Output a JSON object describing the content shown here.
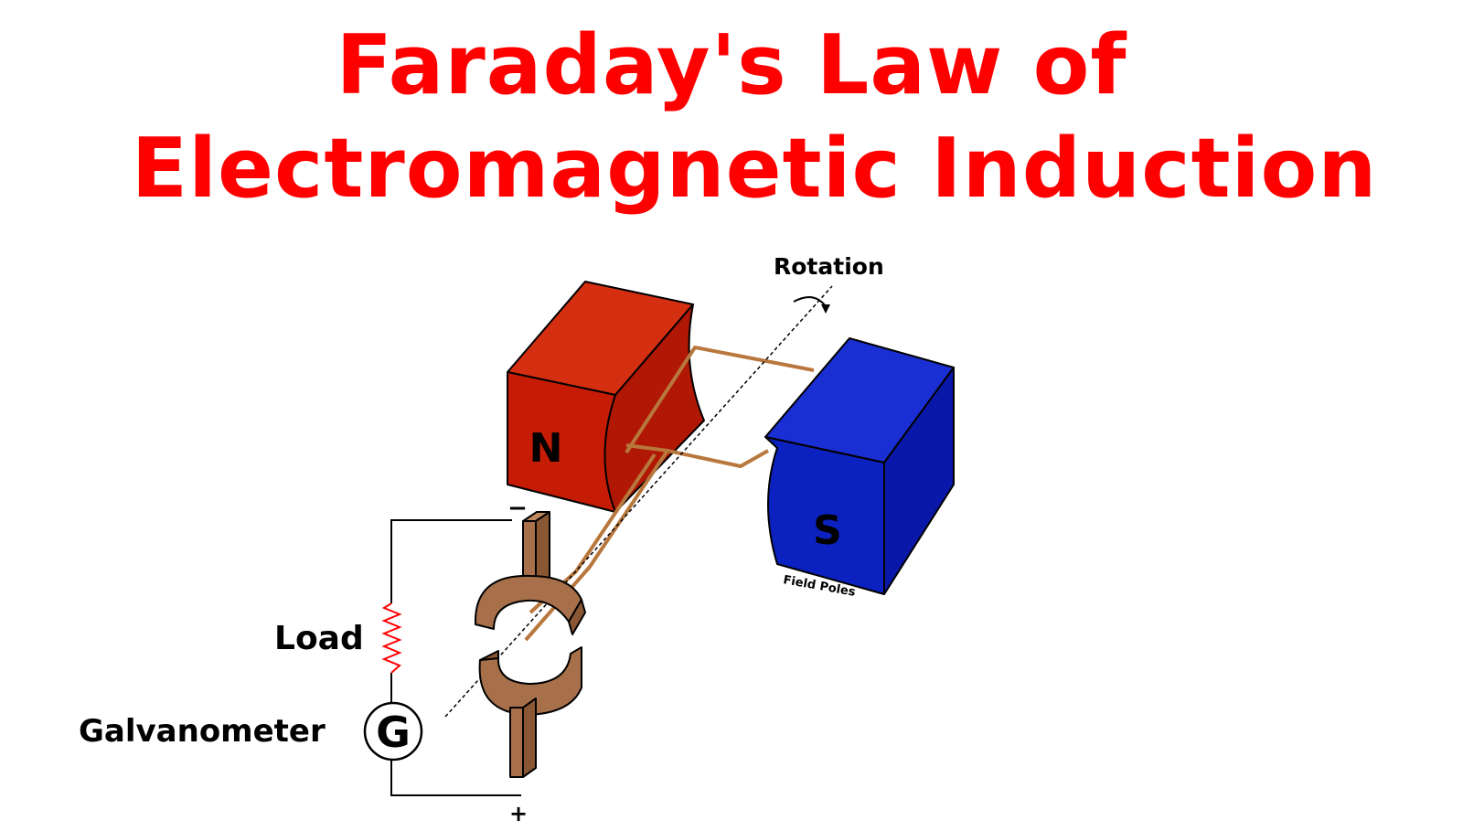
{
  "title": {
    "line1": "Faraday's Law of",
    "line2": "Electromagnetic Induction"
  },
  "labels": {
    "rotation": "Rotation",
    "north": "N",
    "south": "S",
    "field_poles": "Field Poles",
    "load": "Load",
    "galvanometer": "Galvanometer",
    "galvanometer_symbol": "G",
    "minus": "−",
    "plus": "+"
  },
  "colors": {
    "title": "#ff0000",
    "north_pole": "#c61b05",
    "south_pole": "#0b22c0",
    "copper": "#a7704a",
    "wire": "#b8773c",
    "resistor": "#ff0000"
  }
}
